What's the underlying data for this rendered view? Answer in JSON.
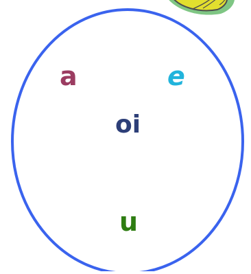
{
  "letters": {
    "a": "a",
    "e": "e",
    "oi": "oi",
    "u": "u"
  },
  "colors": {
    "background": "#ffffff",
    "oval_stroke": "#3a63ee",
    "letter_a": "#9b3c61",
    "letter_e": "#22b4dc",
    "letter_oi": "#2d3f78",
    "letter_u": "#2e7d12",
    "leaf_fill": "#e2df2e",
    "leaf_outline": "#4d4d4d",
    "leaf_shadow": "#7fc684"
  },
  "icons": {
    "corner_decoration": "yellow-leaf-icon"
  }
}
